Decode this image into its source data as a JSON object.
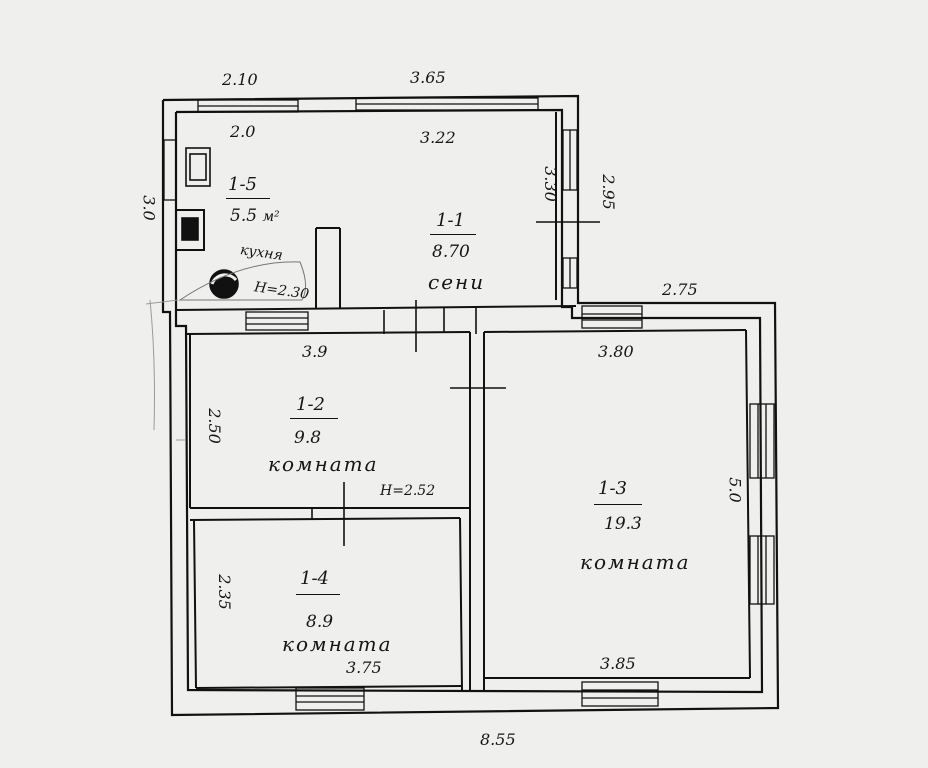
{
  "plan": {
    "outer_dims": {
      "top_left": "2.10",
      "top_right": "3.65",
      "right_upper": "2.75",
      "bottom_total": "8.55",
      "left_upper": "3.0"
    },
    "rooms": [
      {
        "id": "1-5",
        "area": "5.5",
        "area_suffix": "м²",
        "name": "кухня",
        "height": "H=2.30",
        "dim_top": "2.0"
      },
      {
        "id": "1-1",
        "area": "8.70",
        "name": "сени",
        "dim_top": "3.22",
        "dim_right_a": "3.30",
        "dim_right_b": "2.95"
      },
      {
        "id": "1-2",
        "area": "9.8",
        "name": "комната",
        "height": "H=2.52",
        "dim_top": "3.9",
        "dim_left": "2.50"
      },
      {
        "id": "1-3",
        "area": "19.3",
        "name": "комната",
        "dim_top": "3.80",
        "dim_bottom": "3.85",
        "dim_right": "5.0"
      },
      {
        "id": "1-4",
        "area": "8.9",
        "name": "комната",
        "dim_bottom": "3.75",
        "dim_left": "2.35"
      }
    ]
  }
}
